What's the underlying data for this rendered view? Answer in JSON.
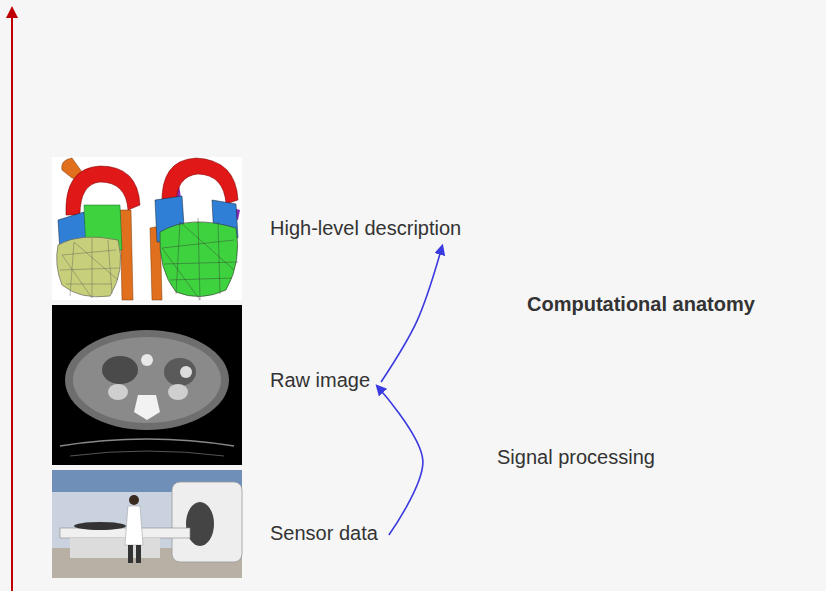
{
  "diagram": {
    "nodes": [
      {
        "text": [
          "High-level description"
        ]
      },
      {
        "text": [
          "Raw image"
        ]
      },
      {
        "text": [
          "Sensor data"
        ]
      }
    ],
    "edges": [
      {
        "from": 2,
        "to": 1,
        "label": "Signal processing",
        "arrow": "to"
      },
      {
        "from": 1,
        "to": 0,
        "label": "Computational anatomy",
        "arrow": "to"
      }
    ]
  }
}
